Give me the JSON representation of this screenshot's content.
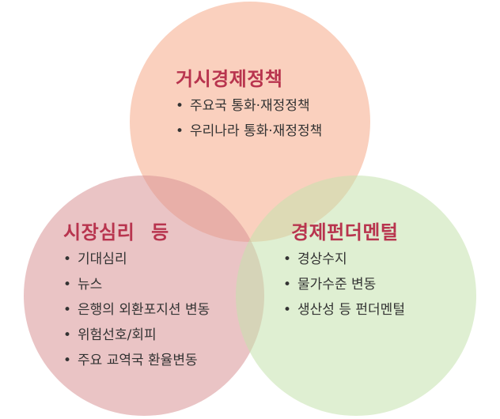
{
  "colors": {
    "top_circle": "#f5a988",
    "left_circle": "#d99496",
    "right_circle": "#c4e2ad",
    "title": "#b8344e",
    "text": "#333333"
  },
  "circles": {
    "top": {
      "title": "거시경제정책",
      "items": [
        "주요국 통화·재정정책",
        "우리나라 통화·재정정책"
      ]
    },
    "left": {
      "title": "시장심리 등",
      "items": [
        "기대심리",
        "뉴스",
        "은행의 외환포지션 변동",
        "위험선호/회피",
        "주요 교역국 환율변동"
      ]
    },
    "right": {
      "title": "경제펀더멘털",
      "items": [
        "경상수지",
        "물가수준 변동",
        "생산성 등 펀더멘털"
      ]
    }
  }
}
